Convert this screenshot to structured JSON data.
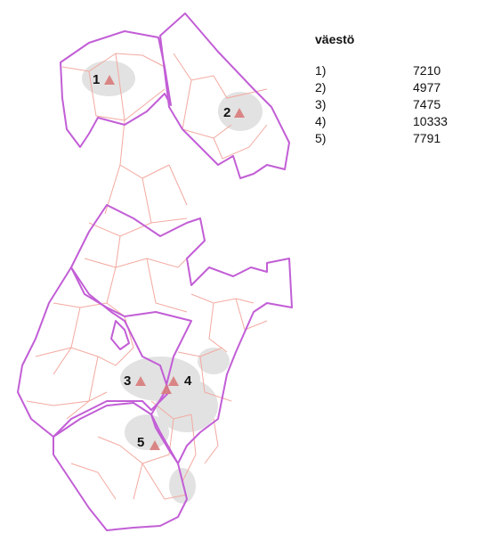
{
  "legend": {
    "title": "väestö",
    "rows": [
      {
        "label": "1)",
        "value": "7210"
      },
      {
        "label": "2)",
        "value": "4977"
      },
      {
        "label": "3)",
        "value": "7475"
      },
      {
        "label": "4)",
        "value": "10333"
      },
      {
        "label": "5)",
        "value": "7791"
      }
    ]
  },
  "markers": [
    {
      "label": "1",
      "population": 7210
    },
    {
      "label": "2",
      "population": 4977
    },
    {
      "label": "3",
      "population": 7475
    },
    {
      "label": "4",
      "population": 10333
    },
    {
      "label": "5",
      "population": 7791
    }
  ],
  "colors": {
    "outer_boundary": "#c25ed6",
    "inner_boundary": "#f3a9a0",
    "urban_fill": "#d6d6d6",
    "marker": "#d97b7b"
  },
  "icons": {
    "marker": "triangle-marker-icon"
  }
}
